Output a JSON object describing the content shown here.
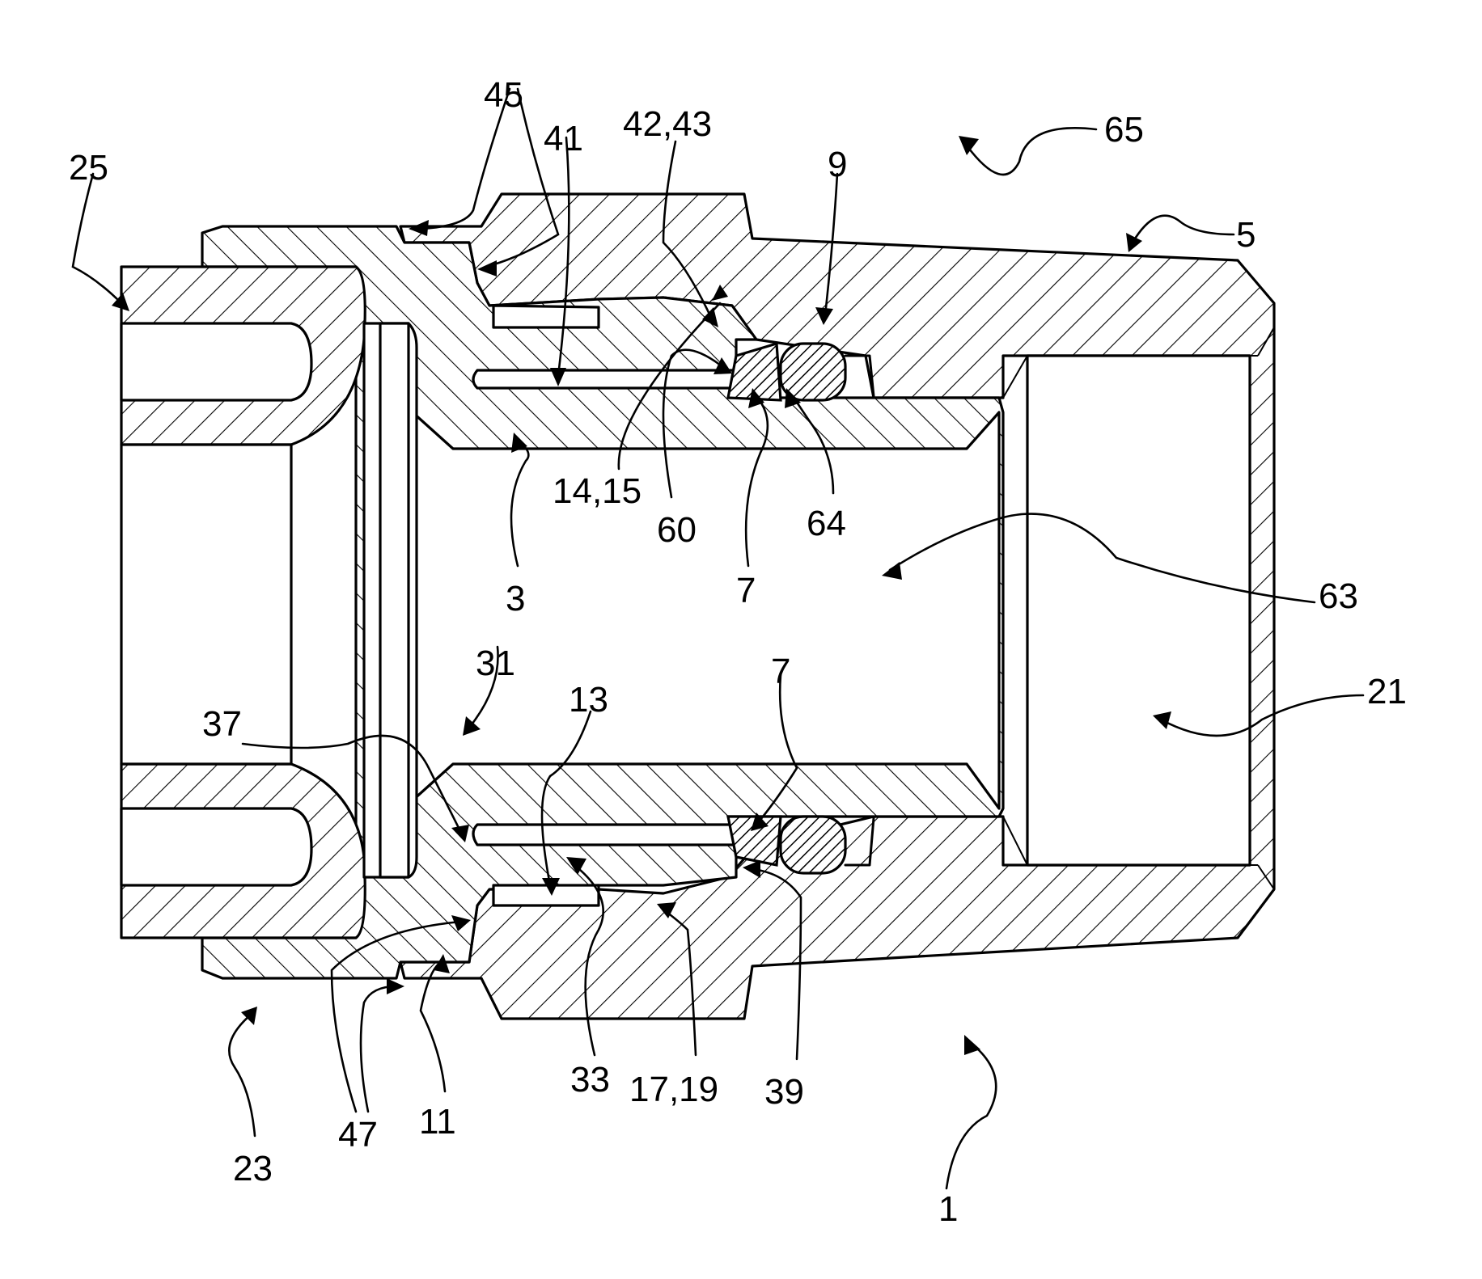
{
  "figure": {
    "labels": {
      "l1": "1",
      "l3": "3",
      "l5": "5",
      "l7a": "7",
      "l7b": "7",
      "l9": "9",
      "l11": "11",
      "l13": "13",
      "l14_15": "14,15",
      "l17_19": "17,19",
      "l21": "21",
      "l23": "23",
      "l25": "25",
      "l31": "31",
      "l33": "33",
      "l37": "37",
      "l39": "39",
      "l41": "41",
      "l42_43": "42,43",
      "l45": "45",
      "l47": "47",
      "l60": "60",
      "l63": "63",
      "l64": "64",
      "l65": "65"
    }
  }
}
